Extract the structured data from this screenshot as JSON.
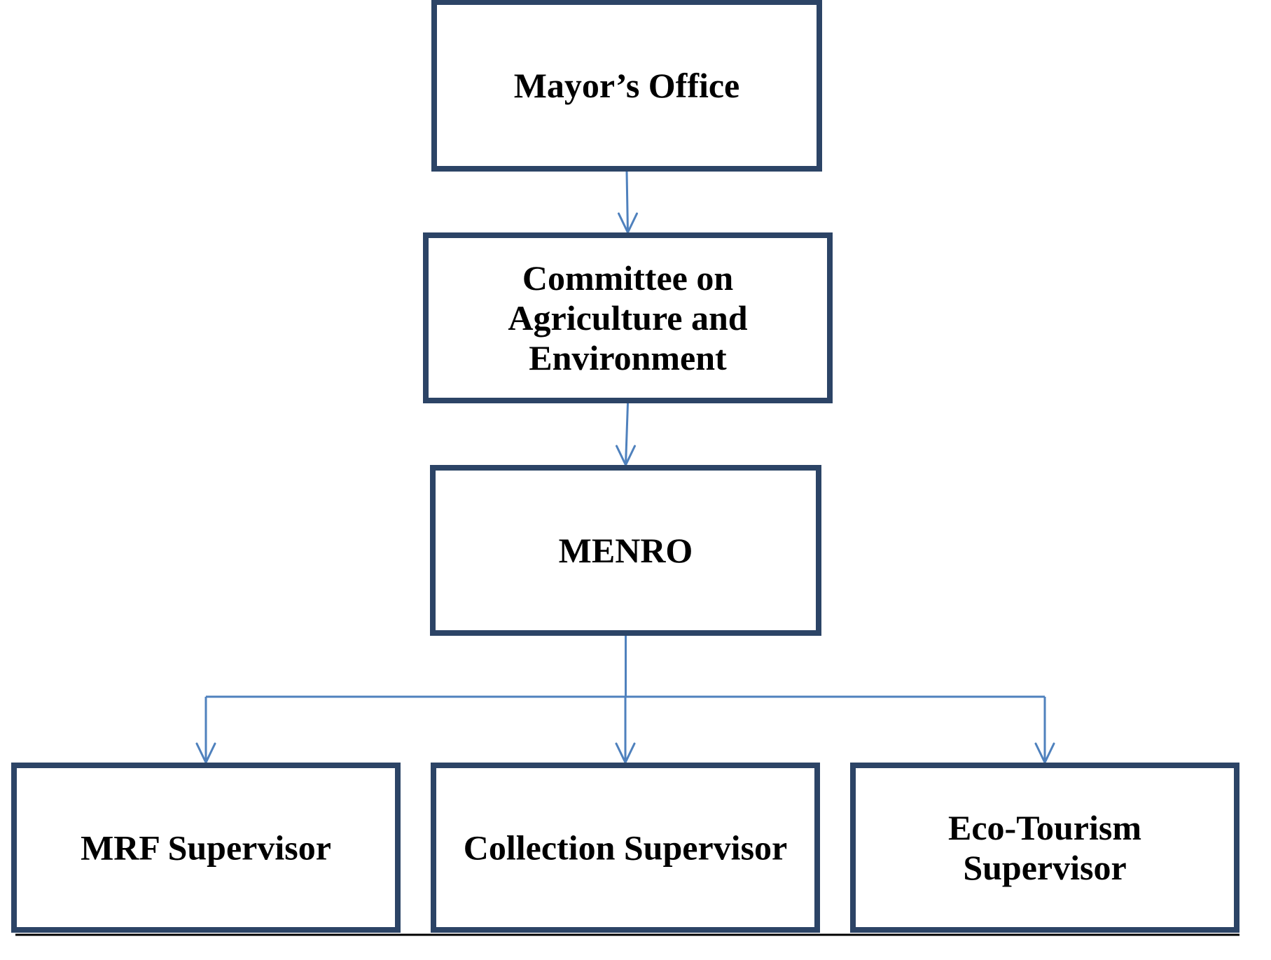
{
  "diagram": {
    "type": "org-chart",
    "colors": {
      "box_border": "#2c4466",
      "connector": "#4f81bd",
      "text": "#000000"
    },
    "nodes": [
      {
        "id": "mayor",
        "lines": [
          "Mayor’s Office"
        ]
      },
      {
        "id": "committee",
        "lines": [
          "Committee on",
          "Agriculture and",
          "Environment"
        ]
      },
      {
        "id": "menro",
        "lines": [
          "MENRO"
        ]
      },
      {
        "id": "mrf",
        "lines": [
          "MRF Supervisor"
        ]
      },
      {
        "id": "collection",
        "lines": [
          "Collection Supervisor"
        ]
      },
      {
        "id": "ecotourism",
        "lines": [
          "Eco-Tourism",
          "Supervisor"
        ]
      }
    ],
    "edges": [
      {
        "from": "mayor",
        "to": "committee"
      },
      {
        "from": "committee",
        "to": "menro"
      },
      {
        "from": "menro",
        "to": "mrf"
      },
      {
        "from": "menro",
        "to": "collection"
      },
      {
        "from": "menro",
        "to": "ecotourism"
      }
    ]
  }
}
